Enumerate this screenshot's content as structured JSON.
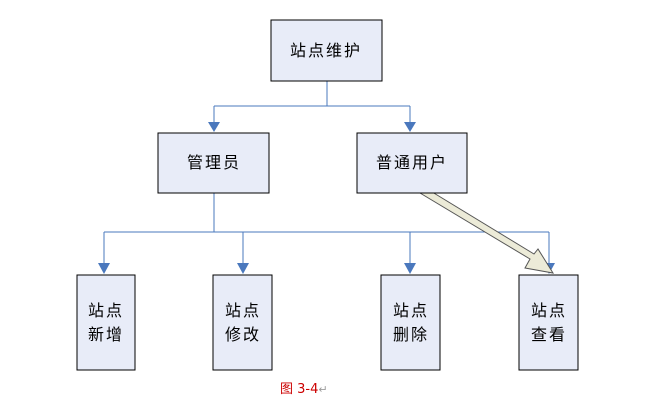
{
  "nodes": {
    "root": "站点维护",
    "admin": "管理员",
    "user": "普通用户",
    "add_l1": "站点",
    "add_l2": "新增",
    "edit_l1": "站点",
    "edit_l2": "修改",
    "delete_l1": "站点",
    "delete_l2": "删除",
    "view_l1": "站点",
    "view_l2": "查看"
  },
  "caption": {
    "text": "图 3-4",
    "mark": "↵"
  },
  "colors": {
    "box_fill": "#e8ecf8",
    "connector": "#4a78bd",
    "block_arrow_fill": "#ecebd8",
    "caption": "#cc0000"
  }
}
